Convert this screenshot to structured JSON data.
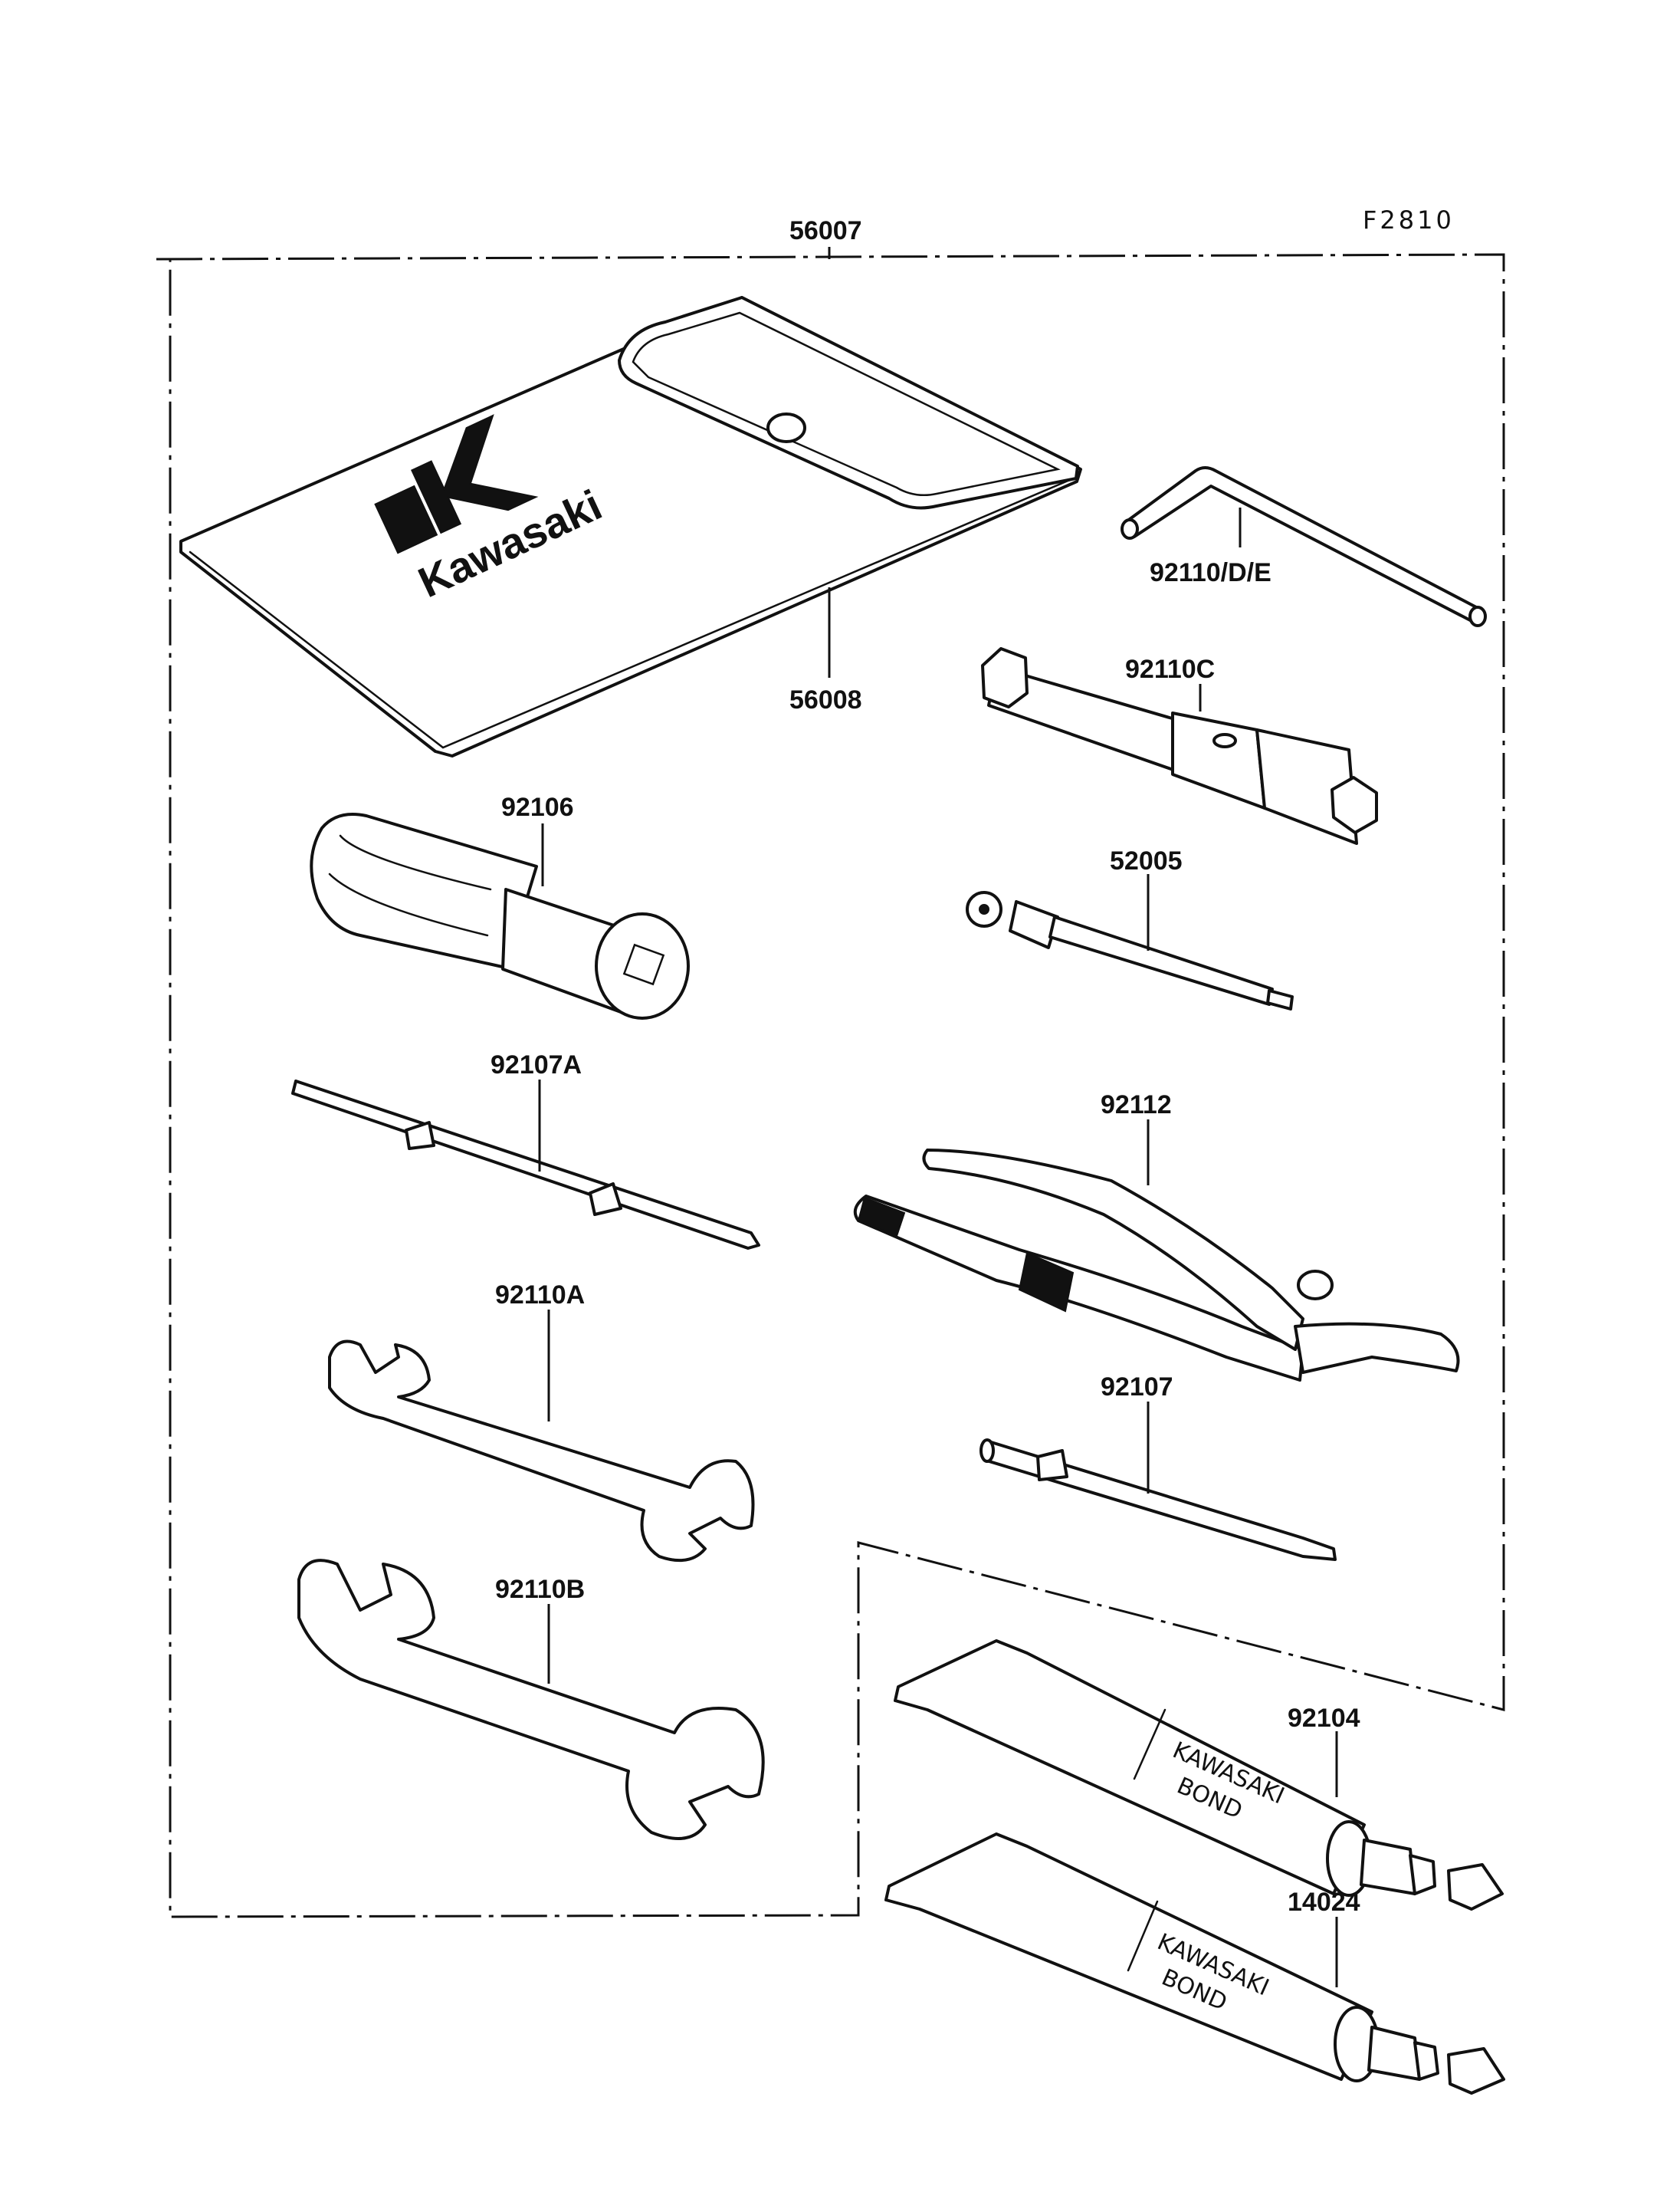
{
  "figure_code": "F2810",
  "labels": {
    "kit": "56007",
    "bag": "56008",
    "hex_wrench": "92110/D/E",
    "plug_wrench": "92110C",
    "handle": "92106",
    "bar": "52005",
    "screwdriver_2way": "92107A",
    "pliers": "92112",
    "wrench_a": "92110A",
    "screwdriver": "92107",
    "wrench_b": "92110B",
    "bond_1": "92104",
    "bond_2": "14024"
  },
  "bag_logo": "Kawasaki",
  "tube_text": {
    "line1": "KAWASAKI",
    "line2": "BOND"
  }
}
